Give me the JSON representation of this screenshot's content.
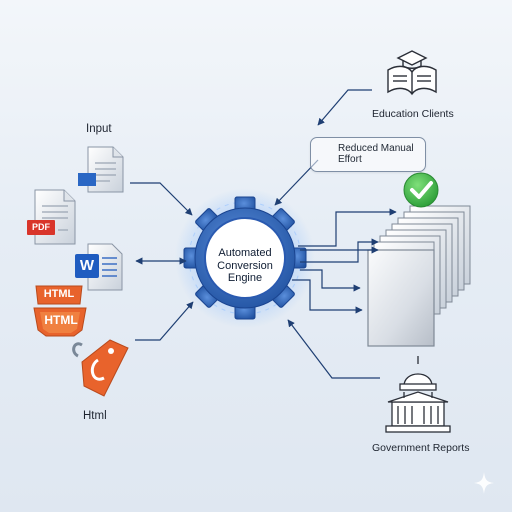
{
  "labels": {
    "input": "Input",
    "html": "Html",
    "education_clients": "Education Clients",
    "government_reports": "Government Reports",
    "callout": "Reduced Manual Effort"
  },
  "engine": {
    "line1": "Automated",
    "line2": "Conversion",
    "line3": "Engine"
  },
  "badges": {
    "pdf": "PDF",
    "word": "W",
    "html_top": "HTML",
    "html_bottom": "HTML"
  },
  "icons": {
    "input_doc": "document-icon",
    "pdf": "pdf-file-icon",
    "word": "word-file-icon",
    "html_stack": "html-badge-icon",
    "html_tag": "tag-icon",
    "engine": "gear-icon",
    "output": "stacked-pages-icon",
    "check": "check-circle-icon",
    "education": "book-graduation-cap-icon",
    "government": "capitol-building-icon",
    "sparkle": "sparkle-icon"
  },
  "colors": {
    "arrow": "#1f3f73",
    "gear": "#2f62b3",
    "html_orange": "#e8632c",
    "pdf_red": "#d9352a",
    "word_blue": "#1f5cc0",
    "check_green": "#3db845"
  }
}
